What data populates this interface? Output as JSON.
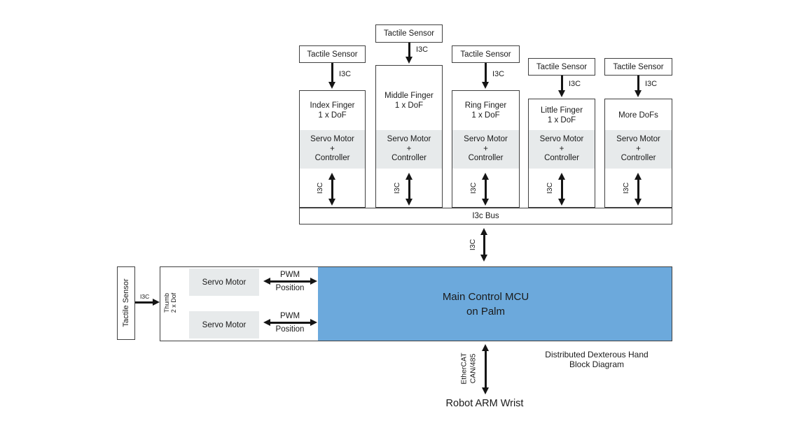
{
  "colors": {
    "mcu_blue": "#6ca9dc",
    "section_gray": "#e7eaeb",
    "border": "#404040",
    "text": "#1a1a1a"
  },
  "fingers": [
    {
      "sensor_label": "Tactile Sensor",
      "sensor_link_label": "I3C",
      "name_line1": "Index Finger",
      "name_line2": "1 x DoF",
      "servo_line1": "Servo Motor",
      "servo_line2": "+",
      "servo_line3": "Controller",
      "bus_link_label": "I3C"
    },
    {
      "sensor_label": "Tactile Sensor",
      "sensor_link_label": "I3C",
      "name_line1": "Middle Finger",
      "name_line2": "1 x DoF",
      "servo_line1": "Servo Motor",
      "servo_line2": "+",
      "servo_line3": "Controller",
      "bus_link_label": "I3C"
    },
    {
      "sensor_label": "Tactile Sensor",
      "sensor_link_label": "I3C",
      "name_line1": "Ring Finger",
      "name_line2": "1 x DoF",
      "servo_line1": "Servo Motor",
      "servo_line2": "+",
      "servo_line3": "Controller",
      "bus_link_label": "I3C"
    },
    {
      "sensor_label": "Tactile Sensor",
      "sensor_link_label": "I3C",
      "name_line1": "Little Finger",
      "name_line2": "1 x DoF",
      "servo_line1": "Servo Motor",
      "servo_line2": "+",
      "servo_line3": "Controller",
      "bus_link_label": "I3C"
    },
    {
      "sensor_label": "Tactile Sensor",
      "sensor_link_label": "I3C",
      "name_line1": "More DoFs",
      "name_line2": "",
      "servo_line1": "Servo Motor",
      "servo_line2": "+",
      "servo_line3": "Controller",
      "bus_link_label": "I3C"
    }
  ],
  "i3c_bus": {
    "label": "I3c Bus"
  },
  "bus_mcu_link": {
    "label": "I3C"
  },
  "thumb": {
    "sensor_label": "Tactile Sensor",
    "sensor_link_label": "I3C",
    "name_line1": "Thumb",
    "name_line2": "2 x Dof",
    "servo1_label": "Servo Motor",
    "servo2_label": "Servo Motor",
    "link1_top": "PWM",
    "link1_bottom": "Position",
    "link2_top": "PWM",
    "link2_bottom": "Position"
  },
  "mcu": {
    "line1": "Main Control MCU",
    "line2": "on Palm"
  },
  "wrist_link": {
    "line1": "EtherCAT",
    "line2": "CAN/485"
  },
  "wrist_label": "Robot ARM Wrist",
  "caption": {
    "line1": "Distributed Dexterous Hand",
    "line2": "Block Diagram"
  }
}
